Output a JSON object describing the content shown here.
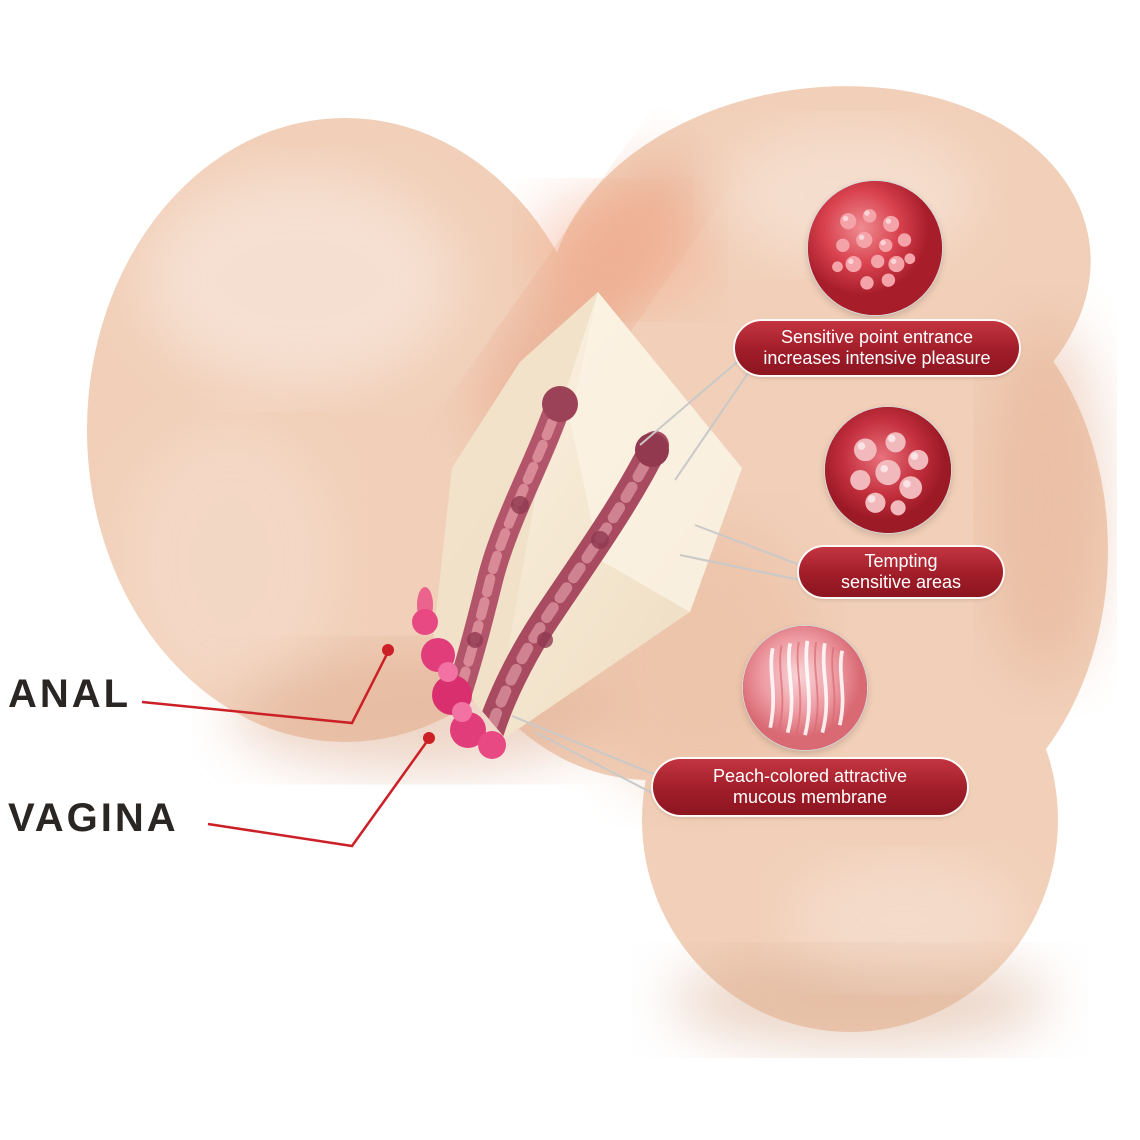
{
  "labels": {
    "anal": "ANAL",
    "vagina": "VAGINA"
  },
  "callouts": [
    {
      "line1": "Sensitive point entrance",
      "line2": "increases intensive pleasure"
    },
    {
      "line1": "Tempting",
      "line2": "sensitive areas"
    },
    {
      "line1": "Peach-colored attractive",
      "line2": "mucous membrane"
    }
  ],
  "colors": {
    "pill": "#a01d29",
    "marker": "#cc2027",
    "label_text": "#2a2624",
    "flesh": "#f1cfb8",
    "cutaway": "#f6e9d5",
    "canal": "#a84a60",
    "ruffle": "#e23d7b"
  }
}
